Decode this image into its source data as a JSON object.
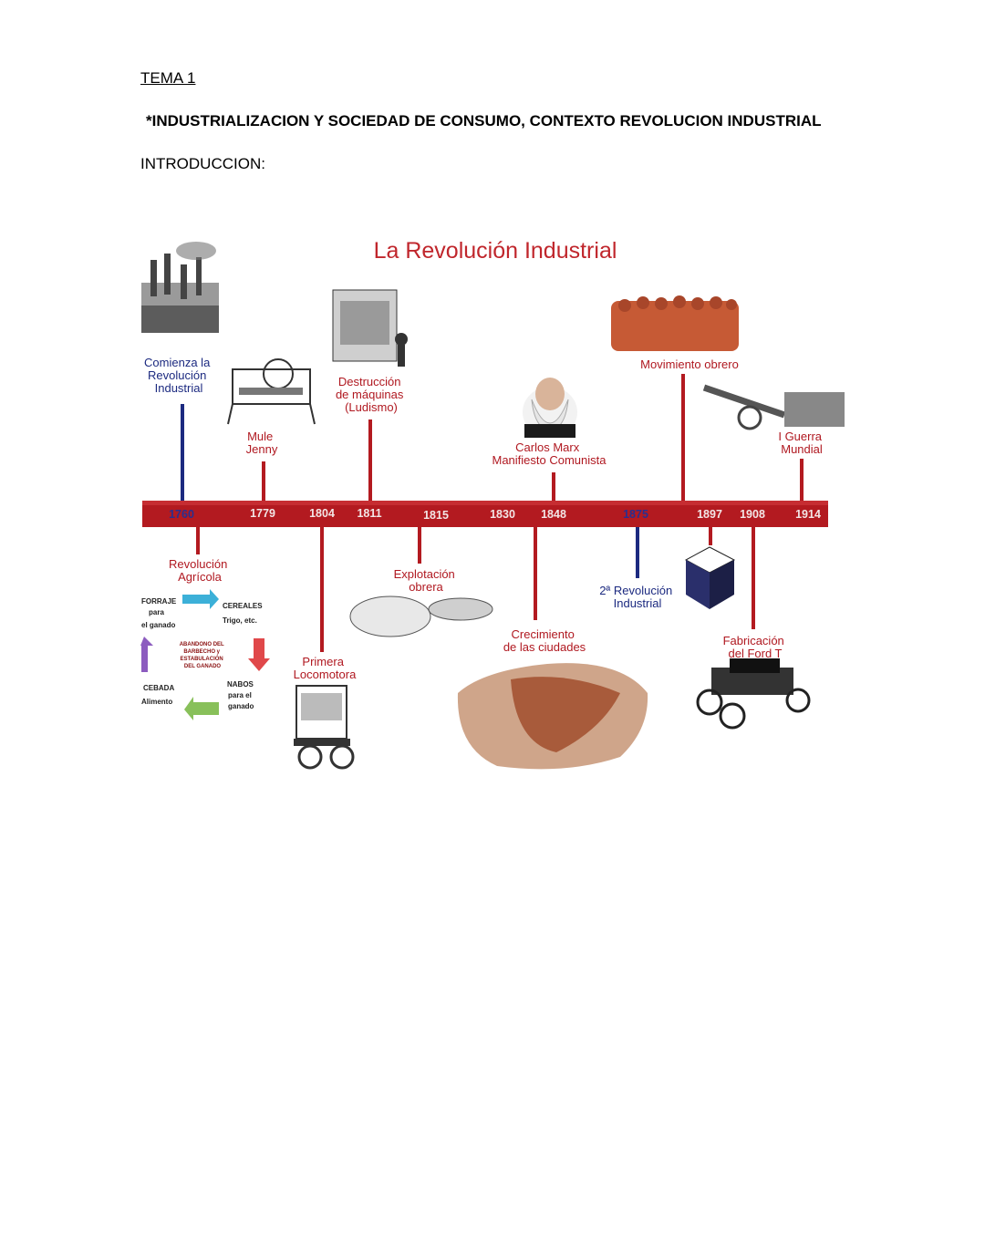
{
  "document": {
    "tema": "TEMA  1",
    "title": "*INDUSTRIALIZACION Y  SOCIEDAD DE CONSUMO, CONTEXTO REVOLUCION INDUSTRIAL",
    "section": "INTRODUCCION:"
  },
  "figure": {
    "title": "La Revolución Industrial",
    "years": {
      "y1760": "1760",
      "y1779": "1779",
      "y1804": "1804",
      "y1811": "1811",
      "y1815": "1815",
      "y1830": "1830",
      "y1848": "1848",
      "y1875": "1875",
      "y1897": "1897",
      "y1908": "1908",
      "y1914": "1914"
    },
    "labels": {
      "comienza": [
        "Comienza la",
        "Revolución",
        "Industrial"
      ],
      "mule": [
        "Mule",
        "Jenny"
      ],
      "ludismo": [
        "Destrucción",
        "de máquinas",
        "(Ludismo)"
      ],
      "marx": [
        "Carlos Marx",
        "Manifiesto Comunista"
      ],
      "movimiento": "Movimiento obrero",
      "guerra": [
        "I Guerra",
        "Mundial"
      ],
      "agricola": [
        "Revolución",
        "Agrícola"
      ],
      "locomotora": [
        "Primera",
        "Locomotora"
      ],
      "explotacion": [
        "Explotación",
        "obrera"
      ],
      "ciudades": [
        "Crecimiento",
        "de las ciudades"
      ],
      "segunda": [
        "2ª Revolución",
        "Industrial"
      ],
      "ford": [
        "Fabricación",
        "del Ford T"
      ]
    },
    "cycle": {
      "forraje": [
        "FORRAJE",
        "para",
        "el ganado"
      ],
      "cereales": [
        "CEREALES",
        "Trigo, etc."
      ],
      "abandono": [
        "ABANDONO DEL",
        "BARBECHO y",
        "ESTABULACIÓN",
        "DEL GANADO"
      ],
      "cebada": [
        "CEBADA",
        "Alimento"
      ],
      "nabos": [
        "NABOS",
        "para el",
        "ganado"
      ]
    },
    "colors": {
      "bar": "#b31a20",
      "red_text": "#b01820",
      "blue": "#1c2a80"
    }
  }
}
